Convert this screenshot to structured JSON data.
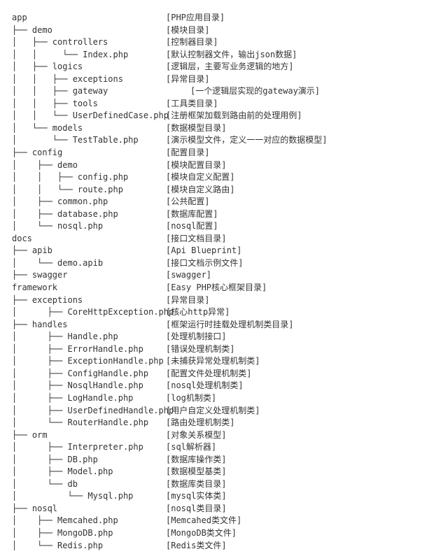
{
  "lines": [
    {
      "entry": "app",
      "comment": "[PHP应用目录]"
    },
    {
      "entry": "├── demo",
      "comment": "[模块目录]"
    },
    {
      "entry": "│   ├── controllers",
      "comment": "[控制器目录]"
    },
    {
      "entry": "│   │     └── Index.php",
      "comment": "[默认控制器文件，输出json数据]"
    },
    {
      "entry": "│   ├── logics",
      "comment": "[逻辑层，主要写业务逻辑的地方]"
    },
    {
      "entry": "│   │   ├── exceptions",
      "comment": "[异常目录]"
    },
    {
      "entry": "│   │   ├── gateway",
      "comment": "[一个逻辑层实现的gateway演示]"
    },
    {
      "entry": "│   │   ├── tools",
      "comment": "[工具类目录]"
    },
    {
      "entry": "│   │   └── UserDefinedCase.php",
      "comment": "[注册框架加载到路由前的处理用例]"
    },
    {
      "entry": "│   └── models",
      "comment": "[数据模型目录]"
    },
    {
      "entry": "│       └── TestTable.php",
      "comment": "[演示模型文件，定义一一对应的数据模型]"
    },
    {
      "entry": "├── config",
      "comment": "[配置目录]"
    },
    {
      "entry": "│    ├── demo",
      "comment": "[模块配置目录]"
    },
    {
      "entry": "│    │   ├── config.php",
      "comment": "[模块自定义配置]"
    },
    {
      "entry": "│    │   └── route.php",
      "comment": "[模块自定义路由]"
    },
    {
      "entry": "│    ├── common.php",
      "comment": "[公共配置]"
    },
    {
      "entry": "│    ├── database.php",
      "comment": "[数据库配置]"
    },
    {
      "entry": "│    └── nosql.php",
      "comment": "[nosql配置]"
    },
    {
      "entry": "docs",
      "comment": "[接口文档目录]"
    },
    {
      "entry": "├── apib",
      "comment": "[Api Blueprint]"
    },
    {
      "entry": "│    └── demo.apib",
      "comment": "[接口文档示例文件]"
    },
    {
      "entry": "├── swagger",
      "comment": "[swagger]"
    },
    {
      "entry": "framework",
      "comment": "[Easy PHP核心框架目录]"
    },
    {
      "entry": "├── exceptions",
      "comment": "[异常目录]"
    },
    {
      "entry": "│      ├── CoreHttpException.php",
      "comment": "[核心http异常]"
    },
    {
      "entry": "├── handles",
      "comment": "[框架运行时挂载处理机制类目录]"
    },
    {
      "entry": "│      ├── Handle.php",
      "comment": "[处理机制接口]"
    },
    {
      "entry": "│      ├── ErrorHandle.php",
      "comment": "[错误处理机制类]"
    },
    {
      "entry": "│      ├── ExceptionHandle.php",
      "comment": "[未捕获异常处理机制类]"
    },
    {
      "entry": "│      ├── ConfigHandle.php",
      "comment": "[配置文件处理机制类]"
    },
    {
      "entry": "│      ├── NosqlHandle.php",
      "comment": "[nosql处理机制类]"
    },
    {
      "entry": "│      ├── LogHandle.php",
      "comment": "[log机制类]"
    },
    {
      "entry": "│      ├── UserDefinedHandle.php",
      "comment": "[用户自定义处理机制类]"
    },
    {
      "entry": "│      └── RouterHandle.php",
      "comment": "[路由处理机制类]"
    },
    {
      "entry": "├── orm",
      "comment": "[对象关系模型]"
    },
    {
      "entry": "│      ├── Interpreter.php",
      "comment": "[sql解析器]"
    },
    {
      "entry": "│      ├── DB.php",
      "comment": "[数据库操作类]"
    },
    {
      "entry": "│      ├── Model.php",
      "comment": "[数据模型基类]"
    },
    {
      "entry": "│      └── db",
      "comment": "[数据库类目录]"
    },
    {
      "entry": "│          └── Mysql.php",
      "comment": "[mysql实体类]"
    },
    {
      "entry": "├── nosql",
      "comment": "[nosql类目录]"
    },
    {
      "entry": "│    ├── Memcahed.php",
      "comment": "[Memcahed类文件]"
    },
    {
      "entry": "│    ├── MongoDB.php",
      "comment": "[MongoDB类文件]"
    },
    {
      "entry": "│    └── Redis.php",
      "comment": "[Redis类文件]"
    }
  ]
}
